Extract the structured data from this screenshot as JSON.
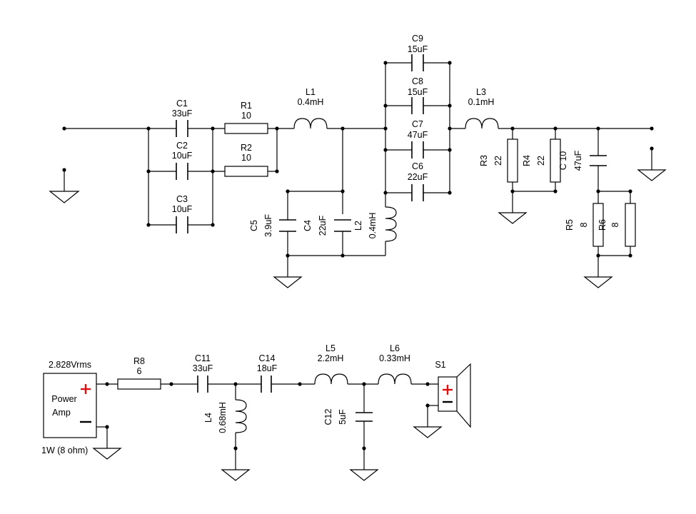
{
  "components": {
    "c1": {
      "name": "C1",
      "value": "33uF"
    },
    "c2": {
      "name": "C2",
      "value": "10uF"
    },
    "c3": {
      "name": "C3",
      "value": "10uF"
    },
    "r1": {
      "name": "R1",
      "value": "10"
    },
    "r2": {
      "name": "R2",
      "value": "10"
    },
    "l1": {
      "name": "L1",
      "value": "0.4mH"
    },
    "c5": {
      "name": "C5",
      "value": "3.9uF"
    },
    "c4": {
      "name": "C4",
      "value": "22uF"
    },
    "l2": {
      "name": "L2",
      "value": "0.4mH"
    },
    "c9": {
      "name": "C9",
      "value": "15uF"
    },
    "c8": {
      "name": "C8",
      "value": "15uF"
    },
    "c7": {
      "name": "C7",
      "value": "47uF"
    },
    "c6": {
      "name": "C6",
      "value": "22uF"
    },
    "l3": {
      "name": "L3",
      "value": "0.1mH"
    },
    "r3": {
      "name": "R3",
      "value": "22"
    },
    "r4": {
      "name": "R4",
      "value": "22"
    },
    "c10": {
      "name": "C 10",
      "value": "47uF"
    },
    "r5": {
      "name": "R5",
      "value": "8"
    },
    "r6": {
      "name": "R6",
      "value": "8"
    },
    "r8": {
      "name": "R8",
      "value": "6"
    },
    "c11": {
      "name": "C11",
      "value": "33uF"
    },
    "c14": {
      "name": "C14",
      "value": "18uF"
    },
    "l4": {
      "name": "L4",
      "value": "0.68mH"
    },
    "l5": {
      "name": "L5",
      "value": "2.2mH"
    },
    "l6": {
      "name": "L6",
      "value": "0.33mH"
    },
    "c12": {
      "name": "C12",
      "value": "5uF"
    },
    "s1": {
      "name": "S1"
    }
  },
  "amp": {
    "voltage": "2.828Vrms",
    "label_line1": "Power",
    "label_line2": "Amp",
    "rating": "1W (8 ohm)"
  }
}
